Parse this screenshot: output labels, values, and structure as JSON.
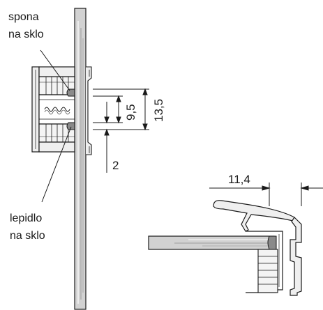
{
  "labels": {
    "clip_line1": "spona",
    "clip_line2": "na sklo",
    "glue_line1": "lepidlo",
    "glue_line2": "na sklo"
  },
  "dimensions": {
    "d_9_5": "9,5",
    "d_13_5": "13,5",
    "d_2": "2",
    "d_11_4": "11,4"
  },
  "colors": {
    "line": "#1a1a1a",
    "glass": "#c8c8c8",
    "adhesive": "#8a8a8a",
    "profile": "#efefef"
  }
}
